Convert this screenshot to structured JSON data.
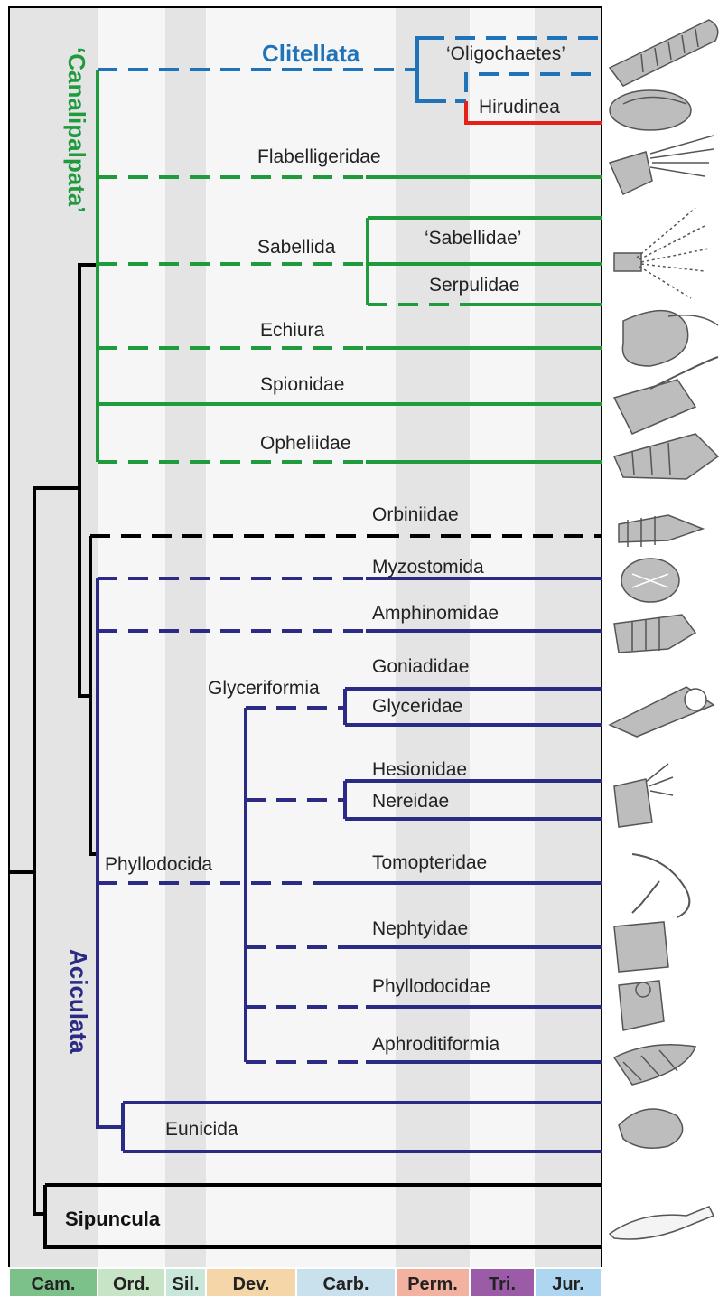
{
  "groups": {
    "clitellata": "Clitellata",
    "canalipalpata": "‘Canalipalpata’",
    "aciculata": "Aciculata"
  },
  "taxa": {
    "oligochaetes": "‘Oligochaetes’",
    "hirudinea": "Hirudinea",
    "flabelligeridae": "Flabelligeridae",
    "sabellida": "Sabellida",
    "sabellidae": "‘Sabellidae’",
    "serpulidae": "Serpulidae",
    "echiura": "Echiura",
    "spionidae": "Spionidae",
    "opheliidae": "Opheliidae",
    "orbiniidae": "Orbiniidae",
    "myzostomida": "Myzostomida",
    "amphinomidae": "Amphinomidae",
    "glyceriformia": "Glyceriformia",
    "goniadidae": "Goniadidae",
    "glyceridae": "Glyceridae",
    "hesionidae": "Hesionidae",
    "nereidae": "Nereidae",
    "phyllodocida": "Phyllodocida",
    "tomopteridae": "Tomopteridae",
    "nephtyidae": "Nephtyidae",
    "phyllodocidae": "Phyllodocidae",
    "aphroditiformia": "Aphroditiformia",
    "eunicida": "Eunicida",
    "sipuncula": "Sipuncula"
  },
  "periods": [
    {
      "label": "Cam.",
      "color": "#7cc18a"
    },
    {
      "label": "Ord.",
      "color": "#c7e5c6"
    },
    {
      "label": "Sil.",
      "color": "#c9e6db"
    },
    {
      "label": "Dev.",
      "color": "#f5d6a8"
    },
    {
      "label": "Carb.",
      "color": "#c9e1ec"
    },
    {
      "label": "Perm.",
      "color": "#f3b19f"
    },
    {
      "label": "Tri.",
      "color": "#9b5ba7"
    },
    {
      "label": "Jur.",
      "color": "#aed6f1"
    }
  ],
  "colors": {
    "clitellata": "#1f73b8",
    "hirudinea": "#e32119",
    "canalipalpata": "#1f9a3d",
    "aciculata": "#2b2a85",
    "base": "#000000"
  }
}
